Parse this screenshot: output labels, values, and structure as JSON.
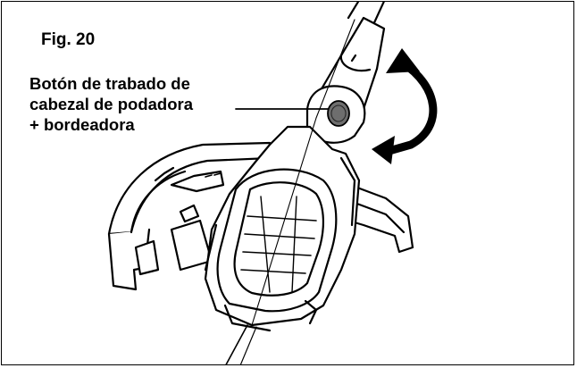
{
  "figure": {
    "label": "Fig. 20"
  },
  "callout": {
    "line1": "Botón de trabado de",
    "line2": "cabezal de podadora",
    "line3": "+ bordeadora"
  },
  "icons": {
    "rotation_arrow": "curved-rotation-arrow-icon",
    "lock_button": "lock-button-icon"
  },
  "colors": {
    "ink": "#000000",
    "paper": "#ffffff",
    "button_fill": "#6e6e6e"
  }
}
